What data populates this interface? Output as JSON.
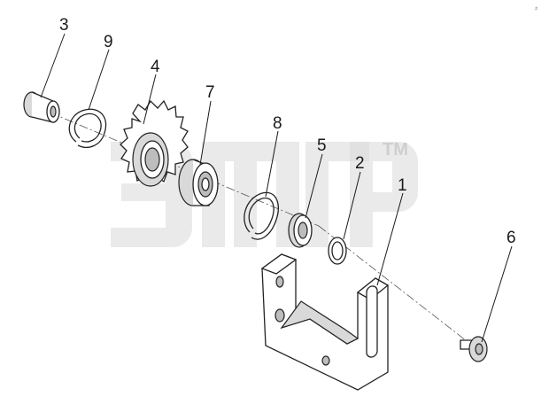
{
  "callouts": {
    "c1": "1",
    "c2": "2",
    "c3": "3",
    "c4": "4",
    "c5": "5",
    "c6": "6",
    "c7": "7",
    "c8": "8",
    "c9": "9"
  },
  "watermark": {
    "tm": "TM"
  },
  "corner_mark": "⸗"
}
